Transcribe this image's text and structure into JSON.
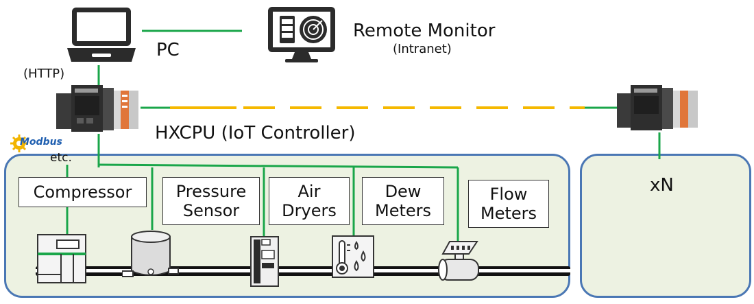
{
  "labels": {
    "pc": "PC",
    "remote_monitor": "Remote Monitor",
    "intranet": "(Intranet)",
    "http": "(HTTP)",
    "controller": "HXCPU (IoT Controller)",
    "modbus_logo": "Modbus",
    "etc": "etc.",
    "xn": "xN"
  },
  "devices": [
    {
      "id": "compressor",
      "lines": [
        "Compressor"
      ]
    },
    {
      "id": "pressure-sensor",
      "lines": [
        "Pressure",
        "Sensor"
      ]
    },
    {
      "id": "air-dryers",
      "lines": [
        "Air",
        "Dryers"
      ]
    },
    {
      "id": "dew-meters",
      "lines": [
        "Dew",
        "Meters"
      ]
    },
    {
      "id": "flow-meters",
      "lines": [
        "Flow",
        "Meters"
      ]
    }
  ],
  "colors": {
    "network_green": "#1aa64a",
    "link_yellow": "#f5b800",
    "zone_fill": "#edf2e2",
    "zone_border": "#4a77b4",
    "device_dark": "#2b2b2b",
    "plc_orange": "#e0763a"
  },
  "icons": [
    "laptop-icon",
    "monitor-icon",
    "plc-controller-icon",
    "modbus-logo",
    "compressor-icon",
    "tank-icon",
    "dryer-icon",
    "dew-meter-icon",
    "flow-meter-icon"
  ]
}
